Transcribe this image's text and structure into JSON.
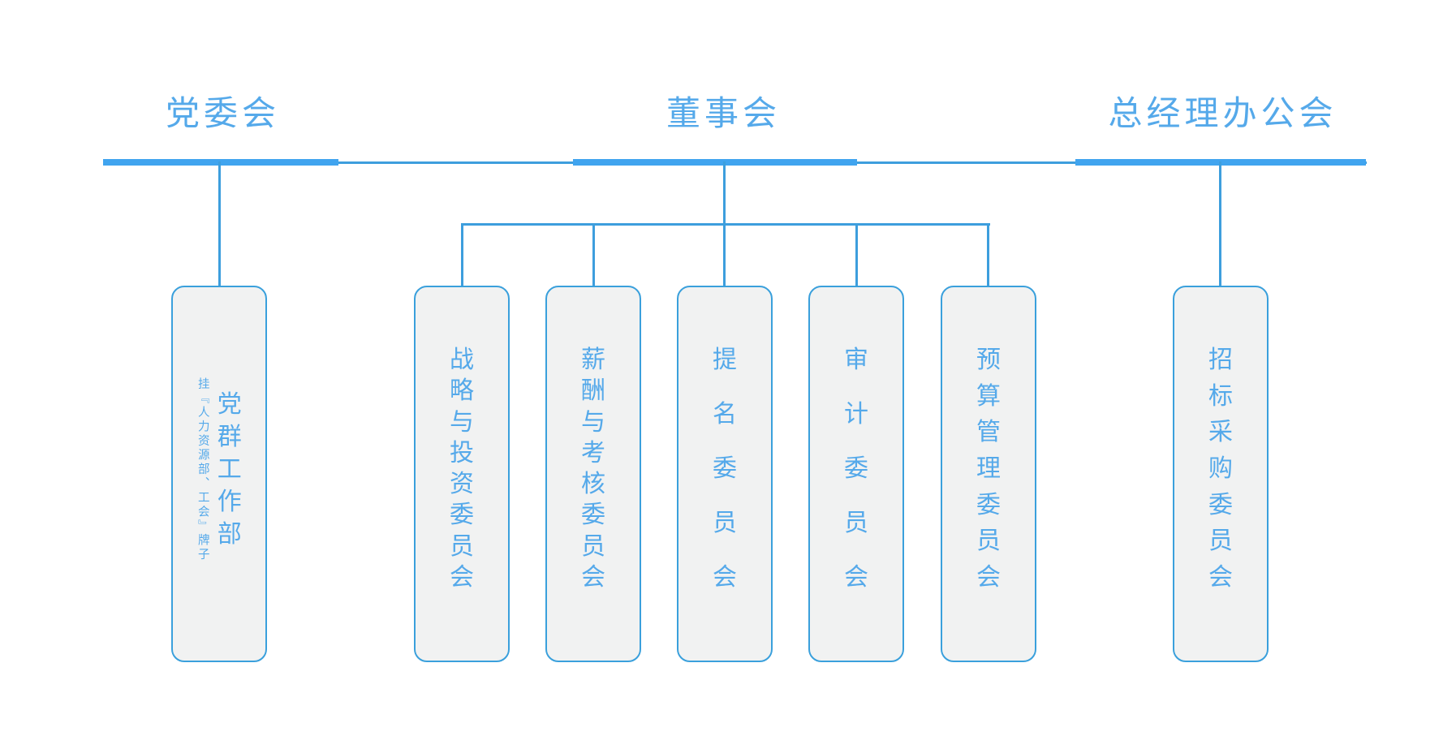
{
  "org_chart": {
    "groups": [
      {
        "parent": "党委会",
        "children": [
          {
            "label": "党群工作部",
            "note": "挂『人力资源部、工会』牌子"
          }
        ]
      },
      {
        "parent": "董事会",
        "children": [
          {
            "label": "战略与投资委员会"
          },
          {
            "label": "薪酬与考核委员会"
          },
          {
            "label": "提名委员会"
          },
          {
            "label": "审计委员会"
          },
          {
            "label": "预算管理委员会"
          }
        ]
      },
      {
        "parent": "总经理办公会",
        "children": [
          {
            "label": "招标采购委员会"
          }
        ]
      }
    ],
    "colors": {
      "connector_blue": "#3d9edd",
      "emphasis_bar_blue": "#40a4ef",
      "text_blue": "#55a9ea",
      "node_border_blue": "#3aa0dc",
      "node_fill_gray": "#f1f2f2",
      "background": "#ffffff"
    }
  }
}
